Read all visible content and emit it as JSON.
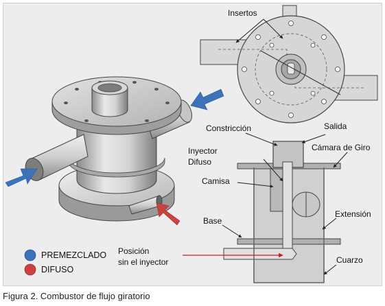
{
  "labels": {
    "insertos": "Insertos",
    "constriccion": "Constricción",
    "salida": "Salida",
    "inyector_difuso_line1": "Inyector",
    "inyector_difuso_line2": "Difuso",
    "camara_de_giro": "Cámara de Giro",
    "camisa": "Camisa",
    "base": "Base",
    "extension": "Extensión",
    "posicion_line1": "Posición",
    "posicion_line2": "sin el inyector",
    "cuarzo": "Cuarzo"
  },
  "legend": [
    {
      "label": "PREMEZCLADO",
      "color": "#3b72b8"
    },
    {
      "label": "DIFUSO",
      "color": "#c84240"
    }
  ],
  "caption": "Figura 2. Combustor de flujo giratorio",
  "colors": {
    "metal_light": "#e4e4e4",
    "metal_mid": "#bcbcbc",
    "metal_dark": "#8e8e8e",
    "outline": "#444444",
    "premezclado_arrow": "#3b72b8",
    "difuso_arrow": "#c84240",
    "annotation_line": "#222222",
    "position_arrow": "#c0202a"
  }
}
